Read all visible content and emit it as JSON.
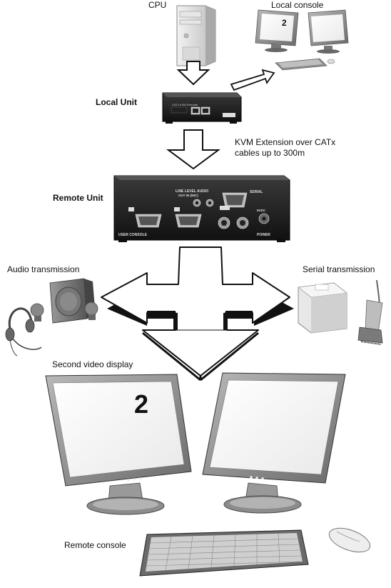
{
  "labels": {
    "cpu": "CPU",
    "local_console": "Local console",
    "local_unit": "Local Unit",
    "kvm_extension_line1": "KVM Extension over CATx",
    "kvm_extension_line2": "cables up to 300m",
    "remote_unit": "Remote Unit",
    "audio_transmission": "Audio transmission",
    "serial_transmission": "Serial transmission",
    "second_video_display": "Second video display",
    "remote_console": "Remote console"
  },
  "device_text": {
    "local_unit_plate": "CATx KVM Extender",
    "remote_line_level_audio": "LINE LEVEL AUDIO",
    "remote_out_in": "OUT    IN (MIC)",
    "remote_serial": "SERIAL",
    "remote_user_console": "USER CONSOLE",
    "remote_power": "POWER",
    "remote_5vdc": "5VDC",
    "monitor_number": "2"
  }
}
